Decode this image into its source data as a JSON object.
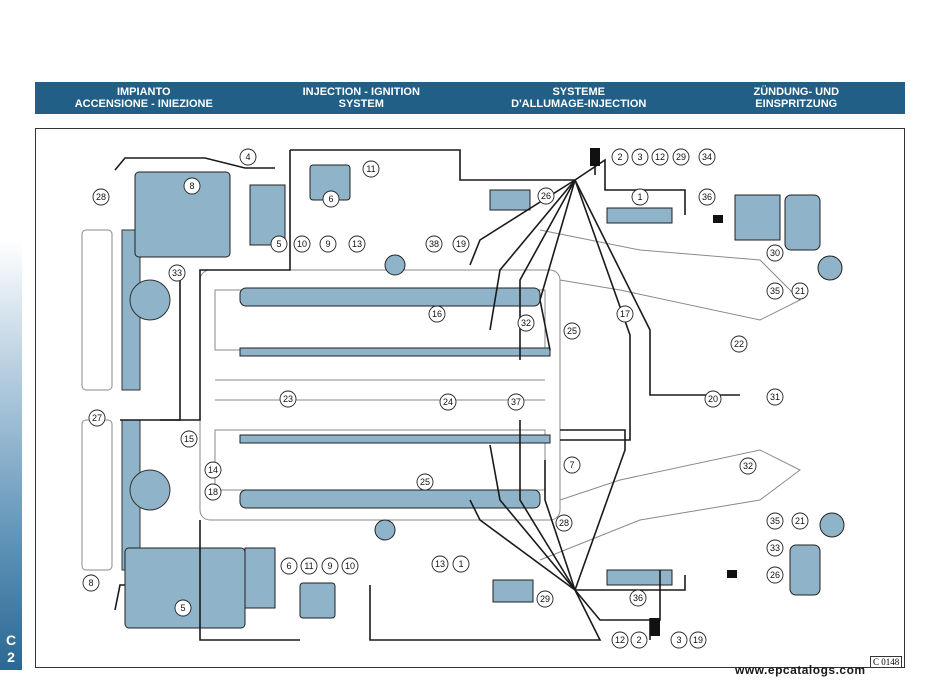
{
  "header": {
    "col1": "IMPIANTO\nACCENSIONE - INIEZIONE",
    "col2": "INJECTION - IGNITION\nSYSTEM",
    "col3": "SYSTEME\nD'ALLUMAGE-INJECTION",
    "col4": "ZÜNDUNG- UND\nEINSPRITZUNG"
  },
  "side_tab": "C\n2",
  "figure_code": "C 0148",
  "watermark": "www.epcatalogs.com",
  "callouts": [
    "4",
    "11",
    "2",
    "3",
    "12",
    "29",
    "34",
    "28",
    "8",
    "6",
    "26",
    "1",
    "36",
    "5",
    "10",
    "9",
    "13",
    "38",
    "19",
    "30",
    "33",
    "35",
    "21",
    "16",
    "32",
    "17",
    "25",
    "22",
    "23",
    "24",
    "37",
    "20",
    "31",
    "27",
    "15",
    "14",
    "18",
    "7",
    "28",
    "8",
    "5",
    "6",
    "11",
    "9",
    "10",
    "13",
    "1",
    "36",
    "26",
    "29",
    "12",
    "2",
    "3",
    "19",
    "33",
    "35",
    "21",
    "25",
    "32"
  ],
  "colors": {
    "header_bg": "#215f86",
    "component_fill": "#8fb3c9",
    "wire": "#1a1a1a",
    "engine_line": "#8a8a8a"
  }
}
